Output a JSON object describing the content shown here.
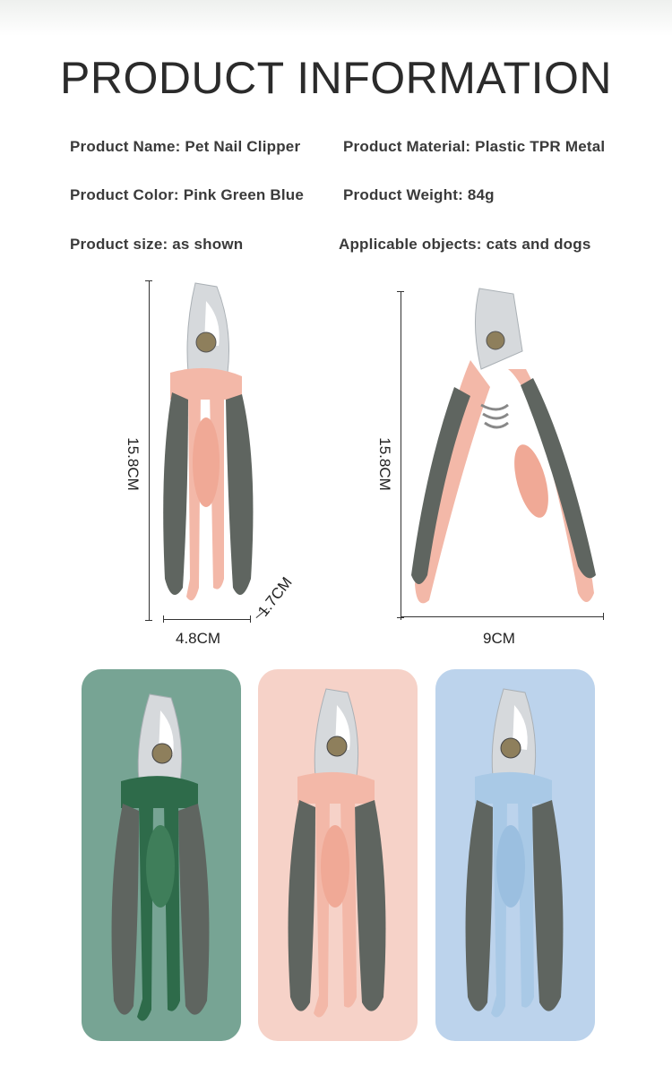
{
  "title": "PRODUCT INFORMATION",
  "specs": {
    "name": "Product Name: Pet Nail Clipper",
    "material": "Product Material: Plastic TPR Metal",
    "color": "Product Color: Pink Green Blue",
    "weight": "Product Weight: 84g",
    "size": "Product size: as shown",
    "objects": "Applicable objects: cats and dogs"
  },
  "dimensions": {
    "closed_length": "15.8CM",
    "closed_width": "4.8CM",
    "thickness": "1.7CM",
    "open_length": "15.8CM",
    "open_width": "9CM"
  },
  "colors": {
    "grip_gray": "#5f6560",
    "pink": "#f3b8a8",
    "green": "#2e6b4a",
    "blue": "#a9c9e6",
    "card_green": "#77a494",
    "card_pink": "#f6d2c8",
    "card_blue": "#bcd3ec",
    "blade": "#d6d9dc"
  }
}
